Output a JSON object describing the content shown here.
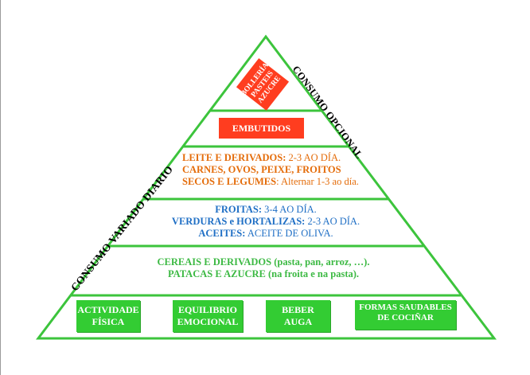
{
  "colors": {
    "outline_green": "#3CC43C",
    "box_green": "#33CC33",
    "box_red": "#FF3D1F",
    "text_orange": "#E46C0A",
    "text_blue": "#1F6FC5",
    "text_green": "#3CB943"
  },
  "labels": {
    "side_left": "CONSUMO VARIADO DIARIO",
    "side_right": "CONSUMO OPCIONAL"
  },
  "tiers": {
    "top": {
      "lines": [
        "BOLLERÍA,",
        "PASTEIS",
        "AZUCRE"
      ]
    },
    "embutidos": {
      "label": "EMBUTIDOS"
    },
    "protein": {
      "line1_bold": "LEITE E DERIVADOS:",
      "line1_normal": " 2-3 AO DÍA.",
      "line2_bold": "CARNES, OVOS, PEIXE, FROITOS",
      "line3_bold": "SECOS E LEGUMES",
      "line3_normal": ": Alternar 1-3 ao día."
    },
    "fruit_veg": {
      "line1_bold": "FROITAS:",
      "line1_normal": " 3-4 AO  DÍA.",
      "line2_bold": "VERDURAS e HORTALIZAS:",
      "line2_normal": " 2-3 AO DÍA.",
      "line3_bold": "ACEITES:",
      "line3_normal": " ACEITE DE OLIVA."
    },
    "cereals": {
      "line1": "CEREAIS E DERIVADOS (pasta, pan, arroz, …).",
      "line2": "PATACAS E AZUCRE (na froita e na pasta)."
    },
    "base": {
      "boxes": [
        {
          "line1": "ACTIVIDADE",
          "line2": "FÍSICA"
        },
        {
          "line1": "EQUILIBRIO",
          "line2": "EMOCIONAL"
        },
        {
          "line1": "BEBER",
          "line2": "AUGA"
        },
        {
          "line1": "FORMAS SAUDABLES",
          "line2": "DE COCIÑAR"
        }
      ]
    }
  }
}
